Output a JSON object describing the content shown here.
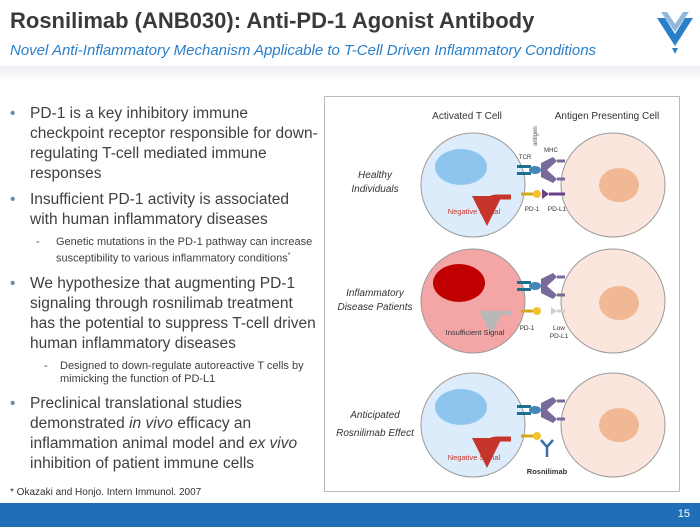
{
  "header": {
    "title": "Rosnilimab (ANB030): Anti-PD-1 Agonist Antibody",
    "subtitle": "Novel Anti-Inflammatory Mechanism Applicable to T-Cell Driven Inflammatory Conditions",
    "logo_icon": "company-logo-icon"
  },
  "bullets": {
    "b1": "PD-1 is a key inhibitory immune checkpoint receptor responsible for down-regulating T-cell mediated immune responses",
    "b2": "Insufficient PD-1 activity is associated with human inflammatory diseases",
    "b2_sub": "Genetic mutations in the PD-1 pathway can increase susceptibility to various inflammatory conditions",
    "b2_sub_mark": "*",
    "b3": "We hypothesize that augmenting PD-1 signaling through rosnilimab treatment has the potential to suppress T-cell driven human inflammatory diseases",
    "b3_sub": "Designed to down-regulate autoreactive T cells by mimicking the function of PD-L1",
    "b4_part1": "Preclinical translational studies demonstrated ",
    "b4_italic1": "in vivo",
    "b4_part2": " efficacy an inflammation animal model and ",
    "b4_italic2": "ex vivo",
    "b4_part3": " inhibition of patient immune cells"
  },
  "diagram": {
    "col_tcell": "Activated T Cell",
    "col_apc": "Antigen Presenting Cell",
    "row1_label_1": "Healthy",
    "row1_label_2": "Individuals",
    "row2_label_1": "Inflammatory",
    "row2_label_2": "Disease Patients",
    "row3_label_1": "Anticipated",
    "row3_label_2": "Rosnilimab Effect",
    "antigen": "antigen",
    "tcr": "TCR",
    "mhc": "MHC",
    "pd1": "PD-1",
    "pdl1": "PD-L1",
    "low": "Low",
    "low_pdl1": "PD-L1",
    "negative_signal": "Negative Signal",
    "insufficient_signal": "Insufficient Signal",
    "rosnilimab": "Rosnilimab",
    "colors": {
      "healthy_cell": "#dcecfa",
      "nucleus_blue": "#8ec5ee",
      "inflamed_cell": "#f4a6a6",
      "nucleus_red": "#c00000",
      "apc": "#fbe6de",
      "apc_nucleus": "#f0b895",
      "negative_arrow": "#c5352b",
      "weak_arrow": "#b8b8b8"
    }
  },
  "footnote": "* Okazaki and Honjo. Intern Immunol. 2007",
  "footer": {
    "page_number": "15"
  }
}
